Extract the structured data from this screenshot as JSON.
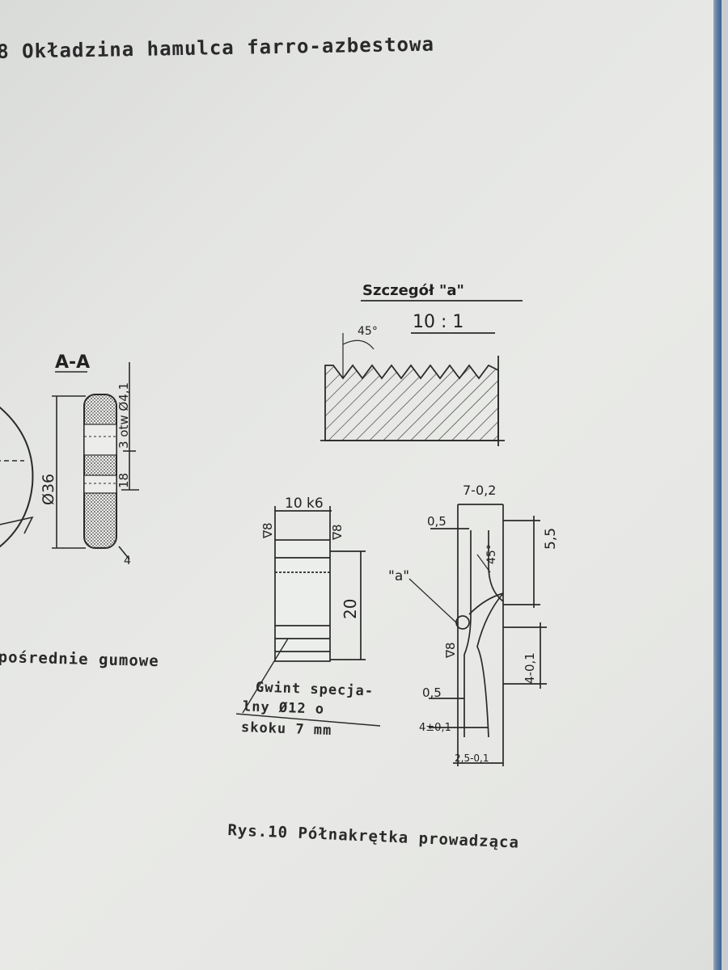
{
  "header": {
    "title": "8 Okładzina hamulca farro-azbestowa"
  },
  "figure_left": {
    "section_label": "A-A",
    "dim_diameter_36": "Ø36",
    "dim_diameter_41": "3 otw Ø4,1",
    "dim_small": "18",
    "dim_bottom": "4",
    "caption_fragment": "pośrednie gumowe"
  },
  "figure_detail": {
    "title": "Szczegół \"a\"",
    "scale": "10 : 1",
    "angle": "45°"
  },
  "figure_nut": {
    "dim_width": "10 k6",
    "dim_left_rough": "∇8",
    "dim_right_rough": "∇8",
    "dim_height": "20",
    "thread_note_line1": "Gwint specja-",
    "thread_note_line2": "lny Ø12 o",
    "thread_note_line3": "skoku 7 mm"
  },
  "figure_profile": {
    "dim_top": "7-0,2",
    "dim_05_top": "0,5",
    "dim_45": "45°",
    "dim_55": "5,5",
    "label_a": "\"a\"",
    "dim_rough": "∇8",
    "dim_40": "4-0,1",
    "dim_05_bottom": "0,5",
    "dim_4": "4±0,1",
    "dim_25": "2,5-0,1"
  },
  "footer": {
    "caption": "Rys.10 Półnakrętka prowadząca"
  }
}
